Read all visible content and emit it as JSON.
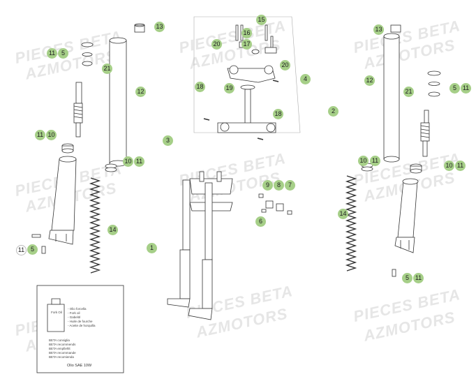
{
  "watermark": {
    "line1": "PIECES BETA",
    "line2": "AZMOTORS"
  },
  "callouts": [
    {
      "id": "c13a",
      "label": "13",
      "white": false
    },
    {
      "id": "c11a",
      "label": "11",
      "white": false
    },
    {
      "id": "c5a",
      "label": "5",
      "white": false
    },
    {
      "id": "c21a",
      "label": "21",
      "white": false
    },
    {
      "id": "c12a",
      "label": "12",
      "white": false
    },
    {
      "id": "c11b",
      "label": "11",
      "white": false
    },
    {
      "id": "c10a",
      "label": "10",
      "white": false
    },
    {
      "id": "c3",
      "label": "3",
      "white": false
    },
    {
      "id": "c10b",
      "label": "10",
      "white": false
    },
    {
      "id": "c11c",
      "label": "11",
      "white": false
    },
    {
      "id": "c14a",
      "label": "14",
      "white": false
    },
    {
      "id": "c11d",
      "label": "11",
      "white": true
    },
    {
      "id": "c5b",
      "label": "5",
      "white": false
    },
    {
      "id": "c1",
      "label": "1",
      "white": false
    },
    {
      "id": "c15",
      "label": "15",
      "white": false
    },
    {
      "id": "c20a",
      "label": "20",
      "white": false
    },
    {
      "id": "c16",
      "label": "16",
      "white": false
    },
    {
      "id": "c17",
      "label": "17",
      "white": false
    },
    {
      "id": "c20b",
      "label": "20",
      "white": false
    },
    {
      "id": "c4",
      "label": "4",
      "white": false
    },
    {
      "id": "c18a",
      "label": "18",
      "white": false
    },
    {
      "id": "c19",
      "label": "19",
      "white": false
    },
    {
      "id": "c18b",
      "label": "18",
      "white": false
    },
    {
      "id": "c9",
      "label": "9",
      "white": false
    },
    {
      "id": "c8",
      "label": "8",
      "white": false
    },
    {
      "id": "c7",
      "label": "7",
      "white": false
    },
    {
      "id": "c6",
      "label": "6",
      "white": false
    },
    {
      "id": "c13b",
      "label": "13",
      "white": false
    },
    {
      "id": "c12b",
      "label": "12",
      "white": false
    },
    {
      "id": "c2",
      "label": "2",
      "white": false
    },
    {
      "id": "c21b",
      "label": "21",
      "white": false
    },
    {
      "id": "c5c",
      "label": "5",
      "white": false
    },
    {
      "id": "c11e",
      "label": "11",
      "white": false
    },
    {
      "id": "c10c",
      "label": "10",
      "white": false
    },
    {
      "id": "c11f",
      "label": "11",
      "white": false
    },
    {
      "id": "c10d",
      "label": "10",
      "white": false
    },
    {
      "id": "c11g",
      "label": "11",
      "white": false
    },
    {
      "id": "c14b",
      "label": "14",
      "white": false
    },
    {
      "id": "c5d",
      "label": "5",
      "white": false
    },
    {
      "id": "c11h",
      "label": "11",
      "white": false
    }
  ],
  "oil_inset": {
    "can_label": "Fork Oil",
    "lines": [
      "- Olio forcella",
      "- Fork oil",
      "- Gabelöl",
      "- Huile de fourche",
      "- Aceite de horquilla"
    ],
    "small_lines": [
      "BETA consiglia",
      "BETA recommends",
      "BETA empfiehlt",
      "BETA recommande",
      "BETA recomienda"
    ],
    "product": "Olio SAE 10W"
  }
}
